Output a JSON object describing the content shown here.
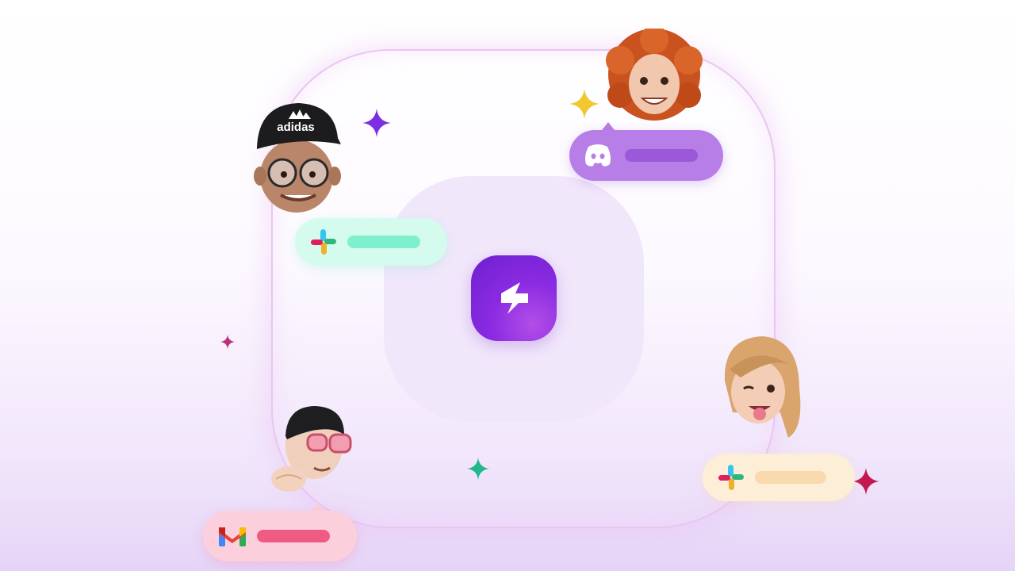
{
  "scene": {
    "hub_logo": "bolt-logo-icon",
    "colors": {
      "accent_purple": "#7b22d6",
      "ring": "#e8c6f0",
      "core": "#f1e7fb",
      "discord_bubble": "#b77ee8",
      "slack_bubble_mint": "#d5fbee",
      "slack_bubble_peach": "#fdeed8",
      "gmail_bubble": "#fbd0dc"
    }
  },
  "avatars": [
    {
      "name": "avatar-cap-glasses",
      "cap_text": "adidas"
    },
    {
      "name": "avatar-curly-red"
    },
    {
      "name": "avatar-blonde-wink"
    },
    {
      "name": "avatar-pink-glasses"
    }
  ],
  "bubbles": [
    {
      "service": "slack",
      "icon": "slack-icon",
      "color": "#d5fbee",
      "bar_color": "#7ff0cd"
    },
    {
      "service": "discord",
      "icon": "discord-icon",
      "color": "#b77ee8",
      "bar_color": "#9b59d9"
    },
    {
      "service": "slack",
      "icon": "slack-icon",
      "color": "#fdeed8",
      "bar_color": "#f9d9ad"
    },
    {
      "service": "gmail",
      "icon": "gmail-icon",
      "color": "#fbd0dc",
      "bar_color": "#ef5b82"
    }
  ],
  "sparkles": [
    {
      "icon": "sparkle-icon",
      "color": "#7b2fe0"
    },
    {
      "icon": "sparkle-icon",
      "color": "#f2c830"
    },
    {
      "icon": "sparkle-icon",
      "color": "#b8307c"
    },
    {
      "icon": "sparkle-icon",
      "color": "#22b88a"
    },
    {
      "icon": "sparkle-icon",
      "color": "#c2184e"
    }
  ]
}
